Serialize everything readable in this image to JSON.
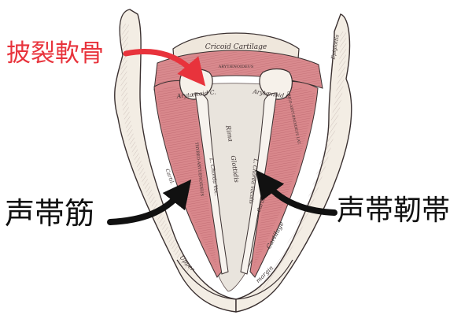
{
  "callouts": {
    "arytenoid_cartilage": "披裂軟骨",
    "vocalis_muscle": "声帯筋",
    "vocal_ligament": "声帯靭帯"
  },
  "figure_labels": {
    "cricoid": "Cricoid Cartilage",
    "arytenoid_band": "ARYTÆNOIDEUS",
    "arytenoid_left": "Arytænoid C.",
    "arytenoid_right": "Arytænoid C.",
    "rima": "Rima",
    "glottidis": "Glottidis",
    "chorda_left": "L. Chorda Voc.",
    "chorda_right": "L. Chorda Vocalis",
    "thyreo_aryt": "THYREO-ARYTÆNOIDEUS",
    "cricothyroid_right": "CRICO-ARYTÆNOIDEUS LAT.",
    "epiglottis": "Epiglottis",
    "cartilage": "Cartilage",
    "upper": "Upper",
    "margin": "margin",
    "cart_left": "Cartil.",
    "cart_right": "Cartil."
  },
  "colors": {
    "muscle": "#d9888c",
    "muscle_dark": "#b55a62",
    "cartilage": "#f4eee6",
    "outline": "#3a3030",
    "callout_red": "#e8333c",
    "arrow": "#111111"
  }
}
